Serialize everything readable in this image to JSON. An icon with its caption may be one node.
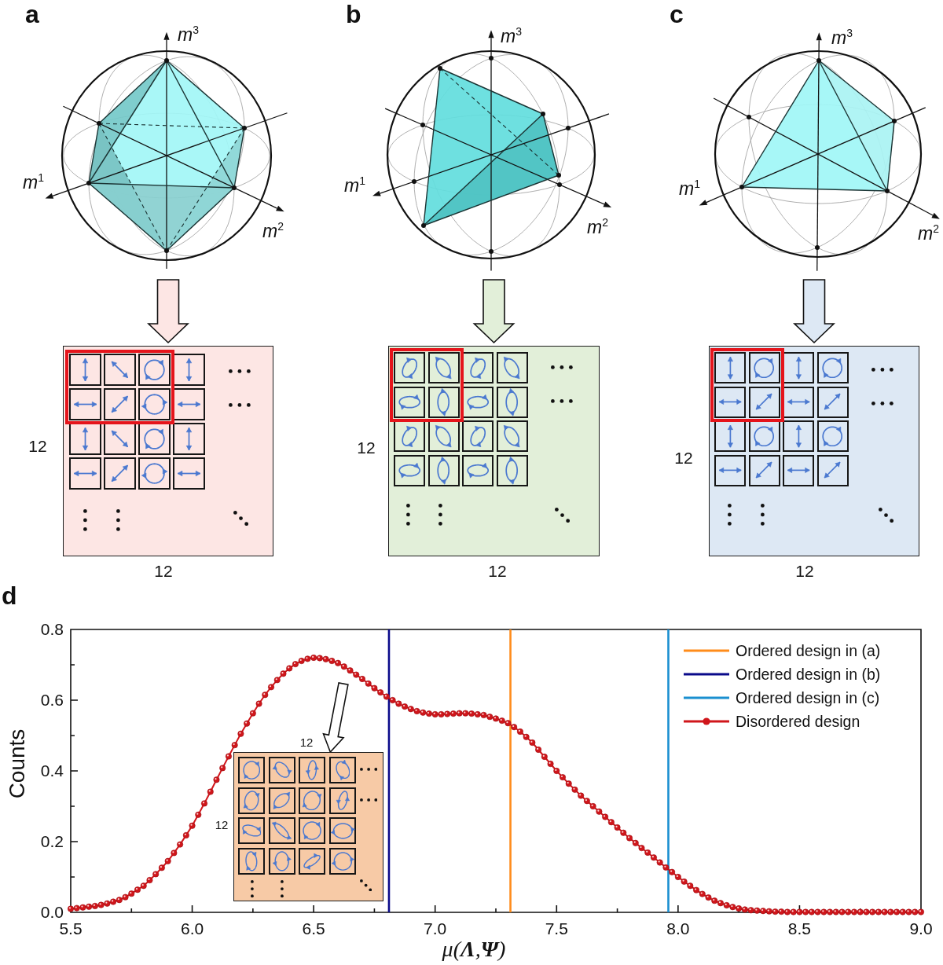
{
  "diagram": {
    "nodes": [
      {
        "text": [
          "*m*$^{3}$",
          "*m*$^{1}$",
          "*m*$^{2}$"
        ]
      },
      {
        "text": [
          "*m*$^{3}$",
          "*m*$^{1}$",
          "*m*$^{2}$"
        ]
      },
      {
        "text": [
          "*m*$^{3}$",
          "*m*$^{1}$",
          "*m*$^{2}$"
        ]
      },
      {
        "text": [],
        "shape": "box",
        "beside": [
          "12",
          "12"
        ]
      },
      {
        "text": [],
        "shape": "box",
        "beside": [
          "12",
          "12"
        ]
      },
      {
        "text": [],
        "shape": "box",
        "beside": [
          "12",
          "12"
        ]
      },
      {
        "text": [],
        "shape": "box",
        "beside": [
          "12",
          "12"
        ]
      }
    ],
    "edges": [
      {
        "from": 0,
        "to": 3,
        "arrow": "to"
      },
      {
        "from": 1,
        "to": 4,
        "arrow": "to"
      },
      {
        "from": 2,
        "to": 5,
        "arrow": "to"
      },
      {
        "from": null,
        "to": 6,
        "arrow": "to"
      }
    ],
    "labels": [
      "a",
      "b",
      "c",
      "d"
    ],
    "legend": [
      {
        "text": "Ordered design in (a)"
      },
      {
        "text": "Ordered design in (b)"
      },
      {
        "text": "Ordered design in (c)"
      },
      {
        "text": "Disordered design"
      }
    ],
    "chart_data": {
      "type": "line",
      "xlabel": "μ(**Λ**,**Ψ**)",
      "ylabel": "Counts",
      "x": [
        5.5,
        5.525,
        5.55,
        5.575,
        5.6,
        5.625,
        5.65,
        5.675,
        5.7,
        5.725,
        5.75,
        5.775,
        5.8,
        5.825,
        5.85,
        5.875,
        5.9,
        5.925,
        5.95,
        5.975,
        6,
        6.025,
        6.05,
        6.075,
        6.1,
        6.125,
        6.15,
        6.175,
        6.2,
        6.225,
        6.25,
        6.275,
        6.3,
        6.325,
        6.35,
        6.375,
        6.4,
        6.425,
        6.45,
        6.475,
        6.5,
        6.525,
        6.55,
        6.575,
        6.6,
        6.625,
        6.65,
        6.675,
        6.7,
        6.725,
        6.75,
        6.775,
        6.8,
        6.825,
        6.85,
        6.875,
        6.9,
        6.925,
        6.95,
        6.975,
        7,
        7.025,
        7.05,
        7.075,
        7.1,
        7.125,
        7.15,
        7.175,
        7.2,
        7.225,
        7.25,
        7.275,
        7.3,
        7.325,
        7.35,
        7.375,
        7.4,
        7.425,
        7.45,
        7.475,
        7.5,
        7.525,
        7.55,
        7.575,
        7.6,
        7.625,
        7.65,
        7.675,
        7.7,
        7.725,
        7.75,
        7.775,
        7.8,
        7.825,
        7.85,
        7.875,
        7.9,
        7.925,
        7.95,
        7.975,
        8,
        8.025,
        8.05,
        8.075,
        8.1,
        8.125,
        8.15,
        8.175,
        8.2,
        8.225,
        8.25,
        8.275,
        8.3,
        8.325,
        8.35,
        8.375,
        8.4,
        8.425,
        8.45,
        8.475,
        8.5,
        8.525,
        8.55,
        8.575,
        8.6,
        8.625,
        8.65,
        8.675,
        8.7,
        8.725,
        8.75,
        8.775,
        8.8,
        8.825,
        8.85,
        8.875,
        8.9,
        8.925,
        8.95,
        8.975,
        9
      ],
      "series": [
        {
          "color": "#d0161b",
          "marker": "circle",
          "values": [
            0.01,
            0.012,
            0.014,
            0.016,
            0.018,
            0.021,
            0.025,
            0.03,
            0.035,
            0.043,
            0.053,
            0.064,
            0.075,
            0.091,
            0.108,
            0.126,
            0.145,
            0.168,
            0.192,
            0.218,
            0.245,
            0.276,
            0.308,
            0.341,
            0.375,
            0.408,
            0.441,
            0.473,
            0.505,
            0.534,
            0.563,
            0.59,
            0.615,
            0.637,
            0.657,
            0.675,
            0.69,
            0.702,
            0.711,
            0.717,
            0.72,
            0.719,
            0.716,
            0.711,
            0.705,
            0.695,
            0.684,
            0.672,
            0.66,
            0.647,
            0.634,
            0.622,
            0.61,
            0.6,
            0.59,
            0.582,
            0.575,
            0.569,
            0.565,
            0.562,
            0.56,
            0.56,
            0.561,
            0.562,
            0.563,
            0.563,
            0.562,
            0.56,
            0.558,
            0.553,
            0.548,
            0.542,
            0.535,
            0.524,
            0.511,
            0.496,
            0.48,
            0.46,
            0.44,
            0.42,
            0.4,
            0.382,
            0.364,
            0.347,
            0.33,
            0.315,
            0.3,
            0.285,
            0.27,
            0.255,
            0.24,
            0.225,
            0.21,
            0.196,
            0.182,
            0.169,
            0.155,
            0.141,
            0.127,
            0.114,
            0.1,
            0.087,
            0.075,
            0.063,
            0.052,
            0.042,
            0.033,
            0.026,
            0.02,
            0.015,
            0.011,
            0.008,
            0.006,
            0.005,
            0.004,
            0.003,
            0.002,
            0.002,
            0.001,
            0.001,
            0.001,
            0.001,
            0.001,
            0.001,
            0.001,
            0.001,
            0.001,
            0.001,
            0.001,
            0.001,
            0.001,
            0.001,
            0.001,
            0.001,
            0.001,
            0.001,
            0.001,
            0.001,
            0.001,
            0.001,
            0.001
          ]
        }
      ],
      "ref_lines": [
        {
          "axis": "x",
          "value": 7.31,
          "color": "#ff8c1a"
        },
        {
          "axis": "x",
          "value": 6.81,
          "color": "#0a0a8a"
        },
        {
          "axis": "x",
          "value": 7.96,
          "color": "#1a8fd0"
        }
      ],
      "xlim": [
        5.5,
        9.0
      ],
      "ylim": [
        0,
        0.8
      ],
      "xticks": [
        {
          "value": 5.5,
          "label": "5.5"
        },
        {
          "value": 6,
          "label": "6.0"
        },
        {
          "value": 6.5,
          "label": "6.5"
        },
        {
          "value": 7,
          "label": "7.0"
        },
        {
          "value": 7.5,
          "label": "7.5"
        },
        {
          "value": 8,
          "label": "8.0"
        },
        {
          "value": 8.5,
          "label": "8.5"
        },
        {
          "value": 9,
          "label": "9.0"
        }
      ],
      "yticks": [
        {
          "value": 0,
          "label": "0.0"
        },
        {
          "value": 0.2,
          "label": "0.2"
        },
        {
          "value": 0.4,
          "label": "0.4"
        },
        {
          "value": 0.6,
          "label": "0.6"
        },
        {
          "value": 0.8,
          "label": "0.8"
        }
      ]
    }
  }
}
